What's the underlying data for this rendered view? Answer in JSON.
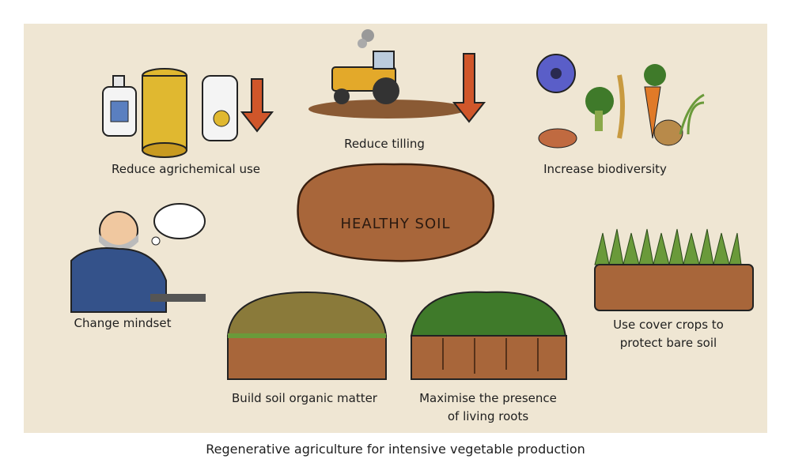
{
  "center": {
    "title": "HEALTHY SOIL"
  },
  "items": [
    {
      "id": "agrichemical",
      "label": "Reduce agrichemical use"
    },
    {
      "id": "tilling",
      "label": "Reduce tilling"
    },
    {
      "id": "biodiversity",
      "label": "Increase biodiversity"
    },
    {
      "id": "mindset",
      "label": "Change mindset"
    },
    {
      "id": "organic",
      "label": "Build soil organic matter"
    },
    {
      "id": "roots",
      "label_line1": "Maximise the presence",
      "label_line2": "of living roots"
    },
    {
      "id": "cover",
      "label_line1": "Use cover crops to",
      "label_line2": "protect bare soil"
    }
  ],
  "caption": "Regenerative agriculture for intensive vegetable production",
  "colors": {
    "panel": "#efe6d3",
    "soil": "#a8663a",
    "arrow": "#d0562a",
    "grass": "#6a9a3a"
  }
}
